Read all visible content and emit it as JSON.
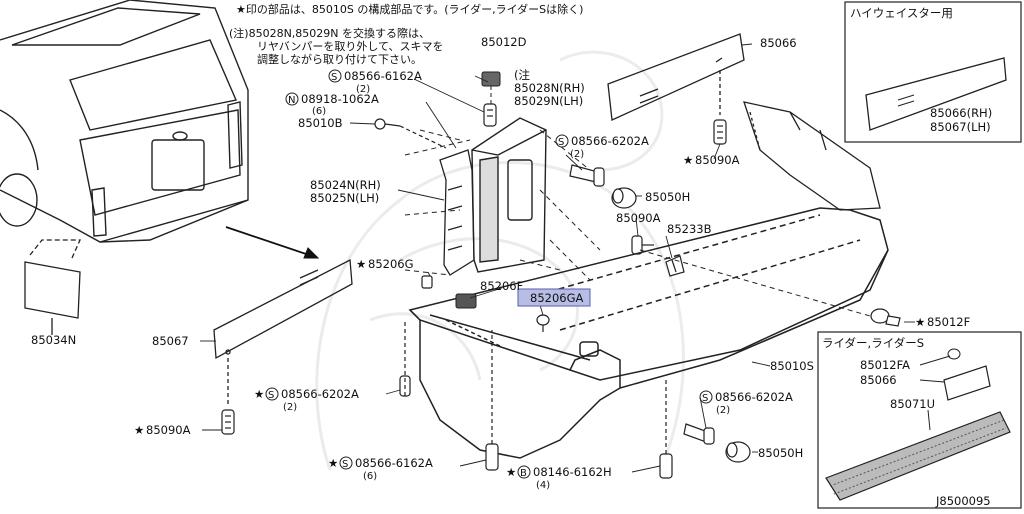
{
  "notes": {
    "line1": "★印の部品は、85010S の構成部品です。(ライダー,ライダーSは除く)",
    "line2": "(注)85028N,85029N を交換する際は、",
    "line3": "リヤバンパーを取り外して、スキマを",
    "line4": "調整しながら取り付けて下さい。"
  },
  "inset_highway": {
    "title": "ハイウェイスター用",
    "label_rh": "85066(RH)",
    "label_lh": "85067(LH)"
  },
  "inset_rider": {
    "title": "ライダー,ライダーS",
    "labels": [
      "85012FA",
      "85066",
      "85071U"
    ]
  },
  "highlighted_part": "85206GA",
  "labels": {
    "p85012D": "85012D",
    "p85066": "85066",
    "p08566_6162A": "08566-6162A",
    "p08566_6162A_qty": "(2)",
    "p_chu": "(注",
    "p85028N": "85028N(RH)",
    "p85029N": "85029N(LH)",
    "p08918": "08918-1062A",
    "p08918_qty": "(6)",
    "p85010B": "85010B",
    "p08566_6202A_a": "08566-6202A",
    "p08566_6202A_a_qty": "(2)",
    "p85090A_a": "85090A",
    "p85024N": "85024N(RH)",
    "p85025N": "85025N(LH)",
    "p85050H_a": "85050H",
    "p85090A_b": "85090A",
    "p85233B": "85233B",
    "p85034N": "85034N",
    "p85206G": "85206G",
    "p85206F": "85206F",
    "p85012F": "85012F",
    "p85067": "85067",
    "p85010S": "85010S",
    "p08566_6202A_b": "08566-6202A",
    "p08566_6202A_b_qty": "(2)",
    "p08566_6202A_c": "08566-6202A",
    "p08566_6202A_c_qty": "(2)",
    "p85090A_c": "85090A",
    "p85050H_b": "85050H",
    "p08566_6162A_b": "08566-6162A",
    "p08566_6162A_b_qty": "(6)",
    "p08146": "08146-6162H",
    "p08146_qty": "(4)",
    "diagram_id": "J8500095"
  },
  "symbols": {
    "star": "★",
    "S": "S",
    "N": "N",
    "B": "B"
  }
}
